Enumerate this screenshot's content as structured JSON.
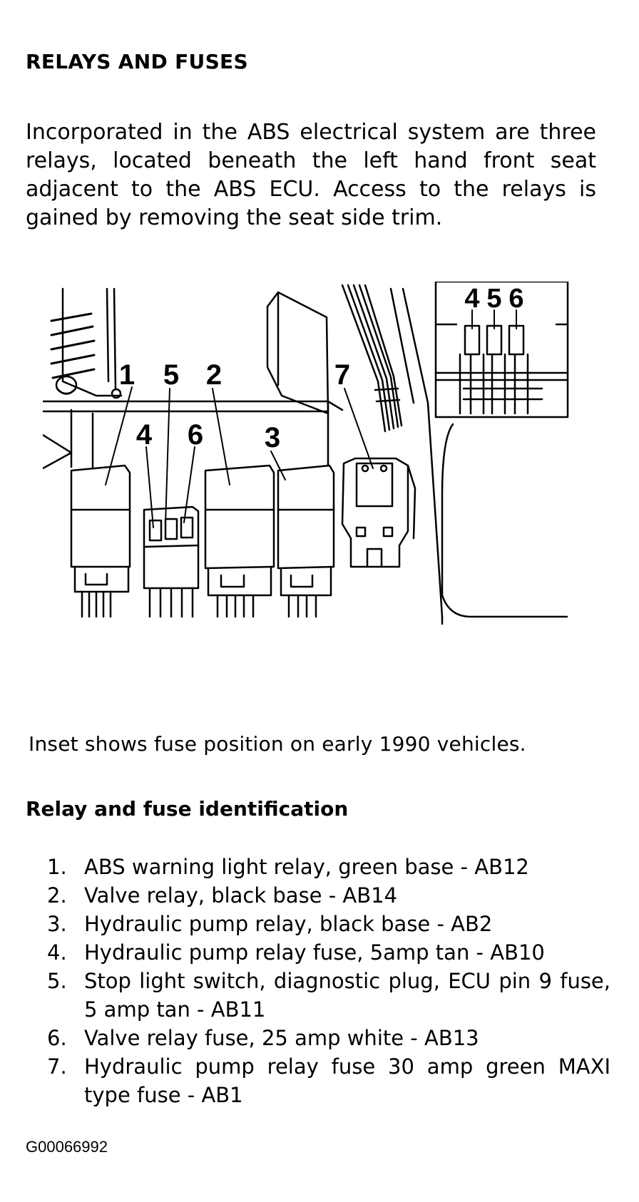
{
  "heading": "RELAYS AND FUSES",
  "intro": "Incorporated in the ABS electrical system are three relays, located beneath the left hand front seat adjacent to the ABS ECU. Access to the relays is gained by removing the seat side trim.",
  "figure": {
    "callouts": [
      "1",
      "5",
      "2",
      "7",
      "4",
      "6",
      "3"
    ],
    "inset_callouts": [
      "4",
      "5",
      "6"
    ]
  },
  "caption": "Inset shows fuse position on early 1990 vehicles.",
  "subheading": "Relay and fuse identification",
  "items": [
    {
      "num": "1.",
      "text": "ABS warning light relay, green base - AB12"
    },
    {
      "num": "2.",
      "text": "Valve relay, black base - AB14"
    },
    {
      "num": "3.",
      "text": "Hydraulic pump relay, black base - AB2"
    },
    {
      "num": "4.",
      "text": "Hydraulic pump relay fuse, 5amp tan - AB10"
    },
    {
      "num": "5.",
      "text": "Stop light switch, diagnostic plug, ECU pin 9 fuse, 5 amp tan - AB11"
    },
    {
      "num": "6.",
      "text": "Valve relay fuse, 25 amp white - AB13"
    },
    {
      "num": "7.",
      "text": "Hydraulic pump relay fuse 30 amp green MAXI type fuse - AB1"
    }
  ],
  "code": "G00066992"
}
